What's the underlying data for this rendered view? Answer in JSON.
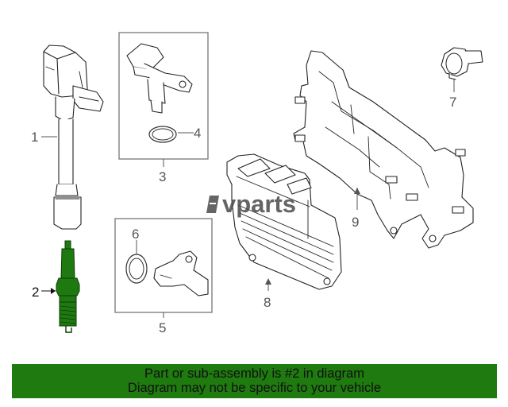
{
  "watermark": "vparts",
  "callouts": {
    "c1": "1",
    "c2": "2",
    "c3": "3",
    "c4": "4",
    "c5": "5",
    "c6": "6",
    "c7": "7",
    "c8": "8",
    "c9": "9"
  },
  "highlight_color": "#1e7a10",
  "footer": {
    "line1": "Part or sub-assembly is #2 in diagram",
    "line2": "Diagram may not be specific to your vehicle",
    "background": "#1f7a0f"
  }
}
